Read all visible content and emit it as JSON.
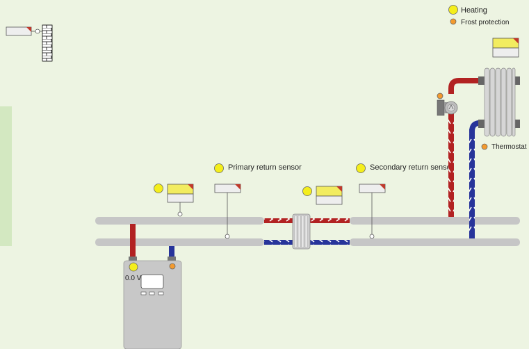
{
  "legend": {
    "heating": "Heating",
    "frost_protection": "Frost protection"
  },
  "labels": {
    "primary_return_sensor": "Primary return sensor",
    "secondary_return_sensor": "Secondary return sensor",
    "thermostat": "Thermostat"
  },
  "boiler": {
    "voltage": "0.0 V"
  },
  "colors": {
    "background": "#edf4e2",
    "pipe": "#c6c6c6",
    "supply": "#b22222",
    "return": "#27349a",
    "heating_indicator": "#f4ee1c",
    "frost_indicator": "#f39a2e",
    "module_yellow": "#f2ec60",
    "module_corner": "#c0392b"
  },
  "icons": {
    "outdoor_sensor": "brick-wall-icon",
    "pump": "circulation-pump-icon",
    "radiator": "radiator-icon",
    "heat_exchanger": "plate-heat-exchanger-icon",
    "boiler": "boiler-icon"
  }
}
